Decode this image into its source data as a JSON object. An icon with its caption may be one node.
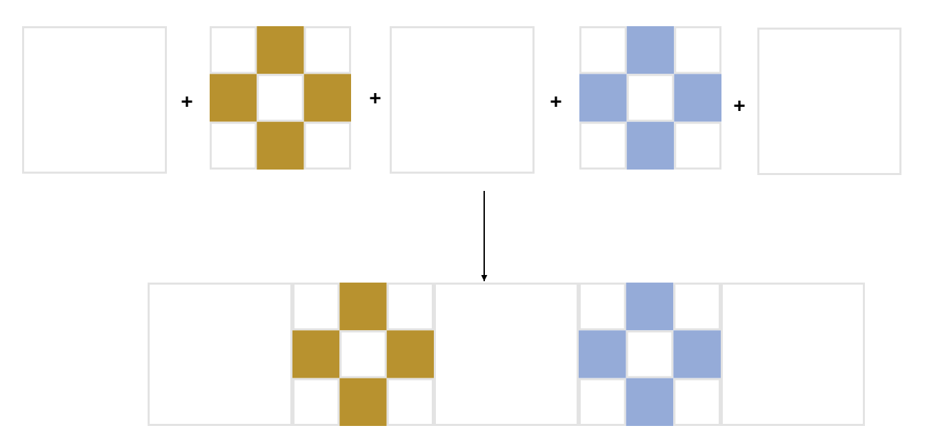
{
  "diagram": {
    "nodes": [
      {
        "text": [],
        "shape": "box"
      },
      {
        "text": [],
        "shape": "grid"
      },
      {
        "text": [],
        "shape": "box"
      },
      {
        "text": [],
        "shape": "grid"
      },
      {
        "text": [],
        "shape": "box"
      },
      {
        "text": [],
        "shape": "bar"
      },
      {
        "text": [],
        "shape": "box",
        "in": 5
      },
      {
        "text": [],
        "shape": "grid",
        "in": 5
      },
      {
        "text": [],
        "shape": "box",
        "in": 5
      },
      {
        "text": [],
        "shape": "grid",
        "in": 5
      },
      {
        "text": [],
        "shape": "box",
        "in": 5
      }
    ],
    "edges": [
      {
        "from": null,
        "to": 5,
        "arrow": "to"
      }
    ],
    "labels": [
      "+",
      "+",
      "+",
      "+"
    ]
  }
}
